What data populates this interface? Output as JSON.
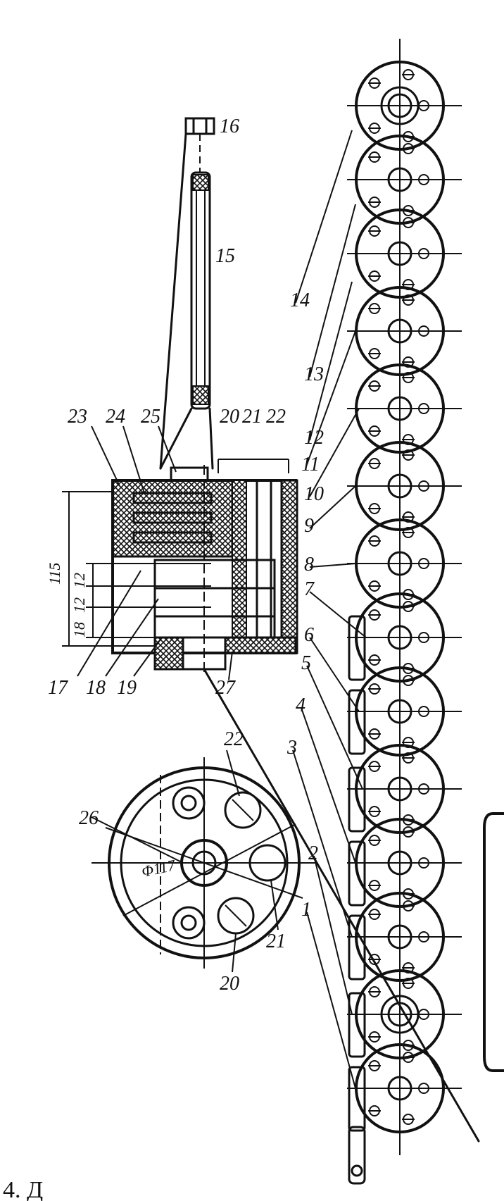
{
  "labels": {
    "l1": "1",
    "l2": "2",
    "l3": "3",
    "l4": "4",
    "l5": "5",
    "l6": "6",
    "l7": "7",
    "l8": "8",
    "l9": "9",
    "l10": "10",
    "l11": "11",
    "l12": "12",
    "l13": "13",
    "l14": "14",
    "l15": "15",
    "l16": "16",
    "l17": "17",
    "l18": "18",
    "l19": "19",
    "l20": "20",
    "l21": "21",
    "l22": "22",
    "l20b": "20",
    "l21b": "21",
    "l22b": "22",
    "l23": "23",
    "l24": "24",
    "l25": "25",
    "l26": "26",
    "l27": "27"
  },
  "dimensions": {
    "total_height": "115",
    "d12a": "12",
    "d12b": "12",
    "d18": "18",
    "diameter": "Φ117"
  },
  "caption": "4. Д"
}
